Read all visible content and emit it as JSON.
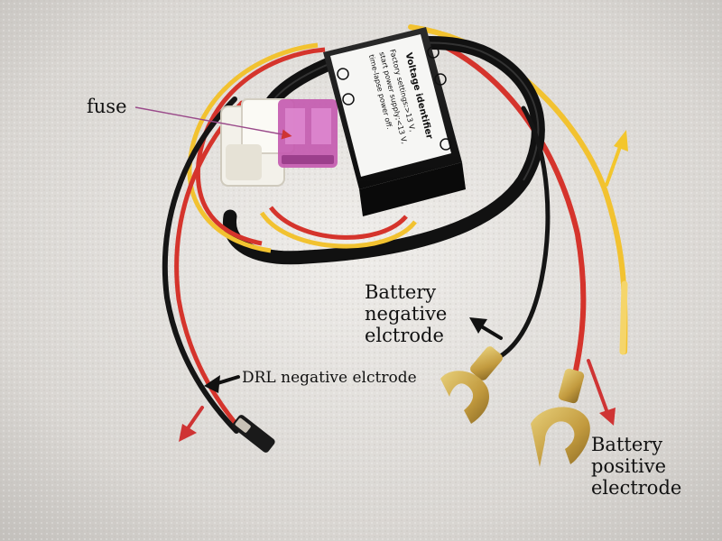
{
  "labels": {
    "fuse": "fuse",
    "drl_negative": "DRL negative elctrode",
    "battery_negative": [
      "Battery",
      "negative",
      "elctrode"
    ],
    "battery_positive": [
      "Battery",
      "positive",
      "electrode"
    ]
  },
  "module": {
    "title": "Voltage identifier",
    "line1": "Factory settings:>13 V,",
    "line2": "start power supply;<13 V,",
    "line3": "time-lapse power off."
  },
  "colors": {
    "wire_red": "#d5342c",
    "wire_yellow": "#f2c230",
    "wire_black": "#151515",
    "arrow_red": "#cf3434",
    "arrow_yellow": "#f3c62c",
    "fuse_pink": "#c45bb0",
    "brass": "#c9a64a"
  }
}
